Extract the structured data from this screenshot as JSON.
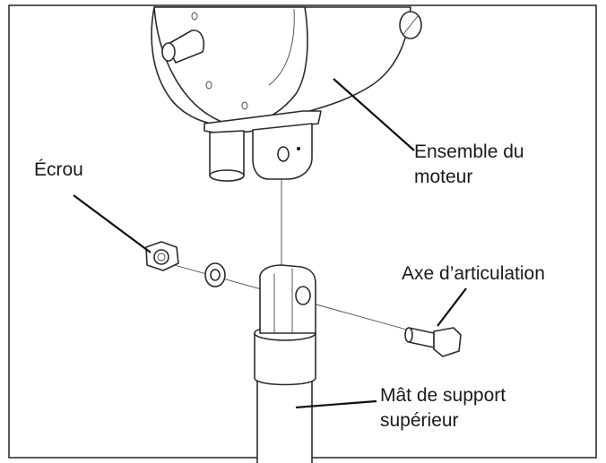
{
  "labels": {
    "motor_assembly": [
      "Ensemble du",
      "moteur"
    ],
    "nut": "Écrou",
    "pivot_pin": "Axe d’articulation",
    "upper_mast": [
      "Mât de support",
      "supérieur"
    ]
  }
}
